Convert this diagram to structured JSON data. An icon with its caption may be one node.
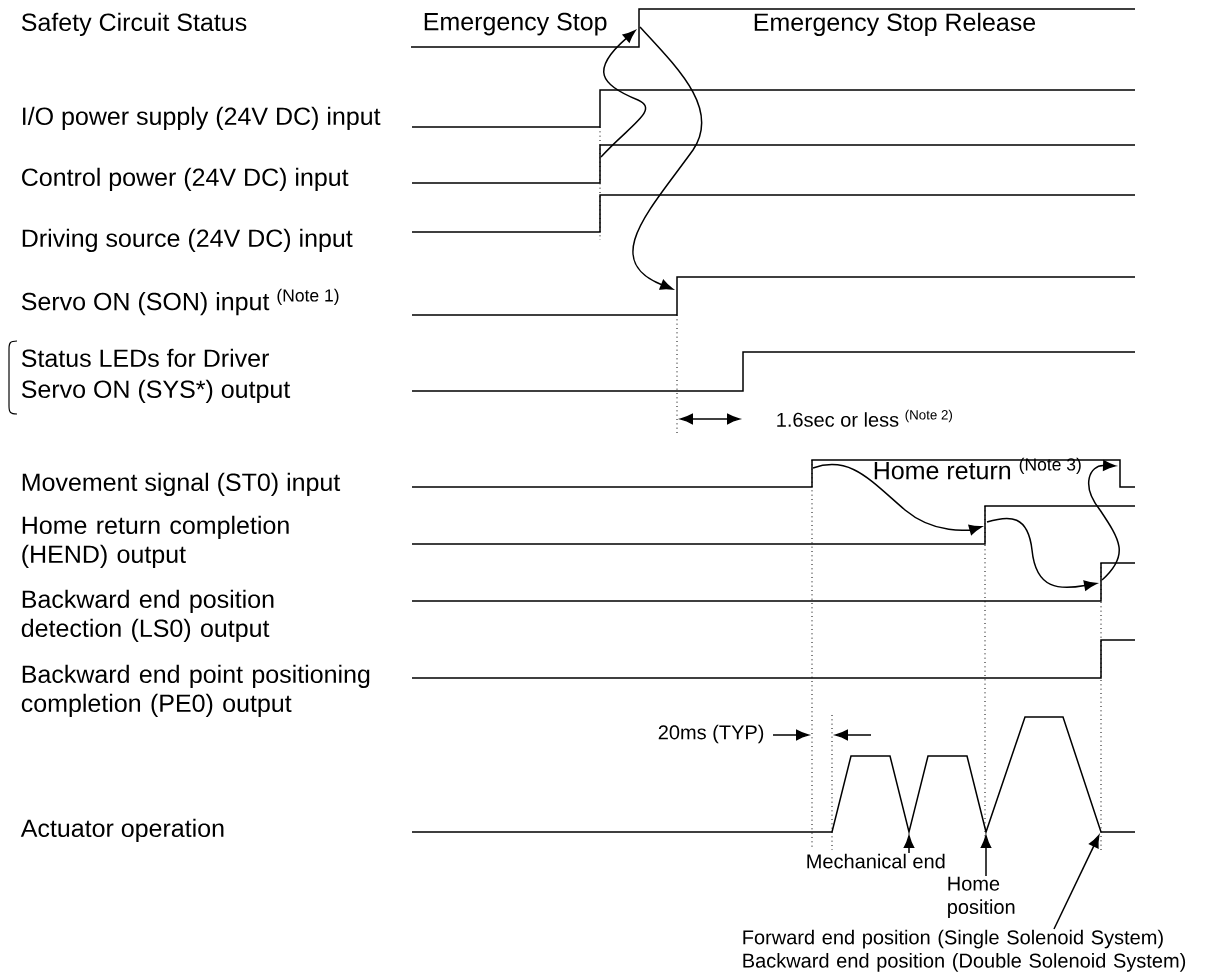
{
  "diagram": {
    "nodes": [
      {
        "text": [
          "Mechanical end"
        ]
      },
      {
        "text": [
          "Home position"
        ]
      },
      {
        "text": [
          "Forward end position (Single Solenoid System) Backward end position (Double Solenoid System)"
        ]
      }
    ],
    "edges": [
      {
        "from": 0,
        "to": null,
        "arrow": "to"
      },
      {
        "from": 1,
        "to": null,
        "arrow": "to"
      },
      {
        "from": 2,
        "to": null,
        "arrow": "to"
      }
    ],
    "labels": [
      "Safety Circuit Status",
      "I/O power supply (24V DC) input",
      "Control power (24V DC) input",
      "Driving source (24V DC) input",
      "Servo ON (SON) input $^{(Note 1)}$",
      "Status LEDs for Driver",
      "Servo ON (SYS*) output",
      "Movement signal (ST0) input",
      "Home return completion (HEND) output",
      "Backward end position detection (LS0) output",
      "Backward end point positioning completion (PE0) output",
      "Actuator operation",
      "Emergency Stop",
      "Emergency Stop Release",
      "1.6sec or less $^{(Note 2)}$",
      "Home return $^{(Note 3)}$",
      "20ms (TYP)"
    ]
  }
}
